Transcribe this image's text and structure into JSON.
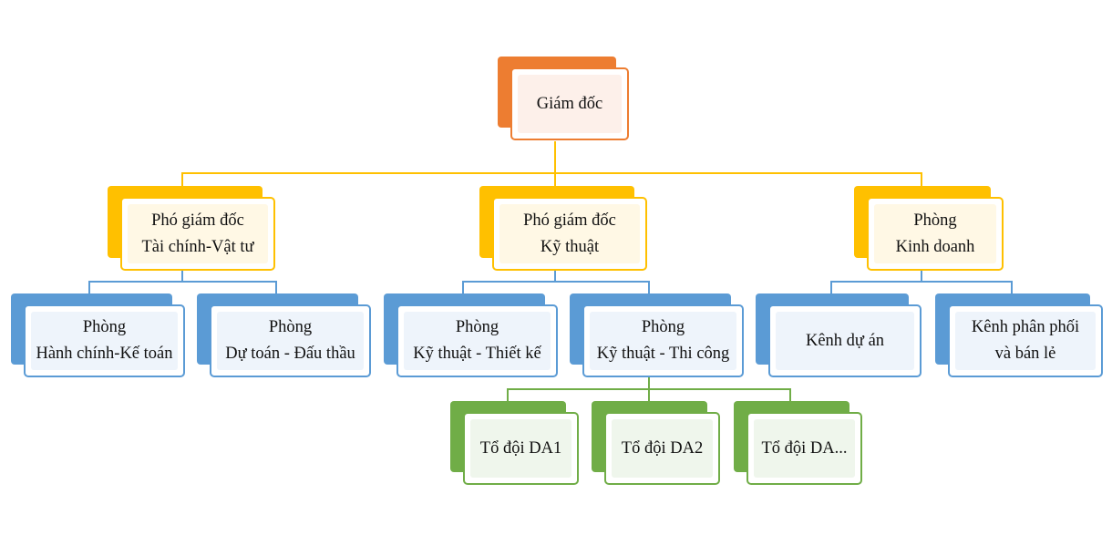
{
  "colors": {
    "orange": {
      "back": "#ED7D31",
      "border": "#ED7D31",
      "fill": "#FDF0EA"
    },
    "yellow": {
      "back": "#FFC000",
      "border": "#FFC000",
      "fill": "#FFF8E5"
    },
    "blue": {
      "back": "#5B9BD5",
      "border": "#5B9BD5",
      "fill": "#EEF4FB"
    },
    "green": {
      "back": "#70AD47",
      "border": "#70AD47",
      "fill": "#EFF6EC"
    }
  },
  "nodes": {
    "director": {
      "lines": [
        "Giám đốc"
      ],
      "color": "orange"
    },
    "vd_finance": {
      "lines": [
        "Phó giám đốc",
        "Tài chính-Vật tư"
      ],
      "color": "yellow"
    },
    "vd_technical": {
      "lines": [
        "Phó giám đốc",
        "Kỹ thuật"
      ],
      "color": "yellow"
    },
    "sales_dept": {
      "lines": [
        "Phòng",
        "Kinh doanh"
      ],
      "color": "yellow"
    },
    "admin_acct": {
      "lines": [
        "Phòng",
        "Hành chính-Kế toán"
      ],
      "color": "blue"
    },
    "estimate_bid": {
      "lines": [
        "Phòng",
        "Dự toán - Đấu thầu"
      ],
      "color": "blue"
    },
    "tech_design": {
      "lines": [
        "Phòng",
        "Kỹ thuật - Thiết kế"
      ],
      "color": "blue"
    },
    "tech_construct": {
      "lines": [
        "Phòng",
        "Kỹ thuật - Thi công"
      ],
      "color": "blue"
    },
    "project_channel": {
      "lines": [
        "Kênh dự án"
      ],
      "color": "blue"
    },
    "retail_channel": {
      "lines": [
        "Kênh phân phối",
        "và bán lẻ"
      ],
      "color": "blue"
    },
    "team_da1": {
      "lines": [
        "Tổ đội DA1"
      ],
      "color": "green"
    },
    "team_da2": {
      "lines": [
        "Tổ đội DA2"
      ],
      "color": "green"
    },
    "team_da_more": {
      "lines": [
        "Tổ đội DA..."
      ],
      "color": "green"
    }
  }
}
